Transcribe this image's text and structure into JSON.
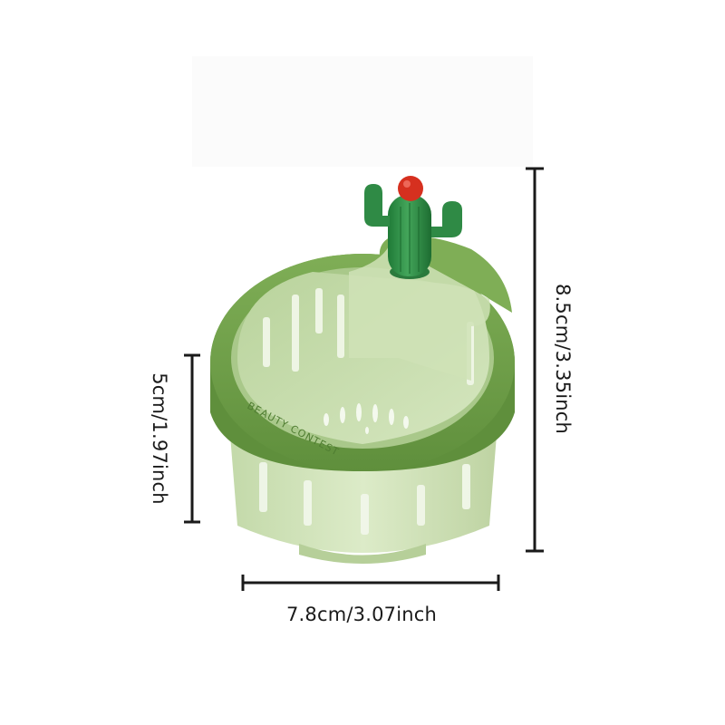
{
  "product": {
    "name_embossed": "BEAUTY CONTEST",
    "colors": {
      "rim": "#6f9e4a",
      "rim_dark": "#4f7d31",
      "basket": "#c9deb1",
      "basket_light": "#dcebc8",
      "cactus": "#2f8a45",
      "cactus_flower": "#d6301f"
    }
  },
  "dimensions": {
    "width_label": "7.8cm/3.07inch",
    "height_small_label": "5cm/1.97inch",
    "height_total_label": "8.5cm/3.35inch"
  }
}
